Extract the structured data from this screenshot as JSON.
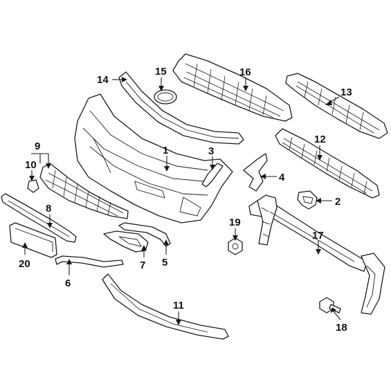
{
  "diagram": {
    "callouts": [
      {
        "id": "c1",
        "label": "1"
      },
      {
        "id": "c2",
        "label": "2"
      },
      {
        "id": "c3",
        "label": "3"
      },
      {
        "id": "c4",
        "label": "4"
      },
      {
        "id": "c5",
        "label": "5"
      },
      {
        "id": "c6",
        "label": "6"
      },
      {
        "id": "c7",
        "label": "7"
      },
      {
        "id": "c8",
        "label": "8"
      },
      {
        "id": "c9",
        "label": "9"
      },
      {
        "id": "c10",
        "label": "10"
      },
      {
        "id": "c11",
        "label": "11"
      },
      {
        "id": "c12",
        "label": "12"
      },
      {
        "id": "c13",
        "label": "13"
      },
      {
        "id": "c14",
        "label": "14"
      },
      {
        "id": "c15",
        "label": "15"
      },
      {
        "id": "c16",
        "label": "16"
      },
      {
        "id": "c17",
        "label": "17"
      },
      {
        "id": "c18",
        "label": "18"
      },
      {
        "id": "c19",
        "label": "19"
      },
      {
        "id": "c20",
        "label": "20"
      }
    ]
  }
}
